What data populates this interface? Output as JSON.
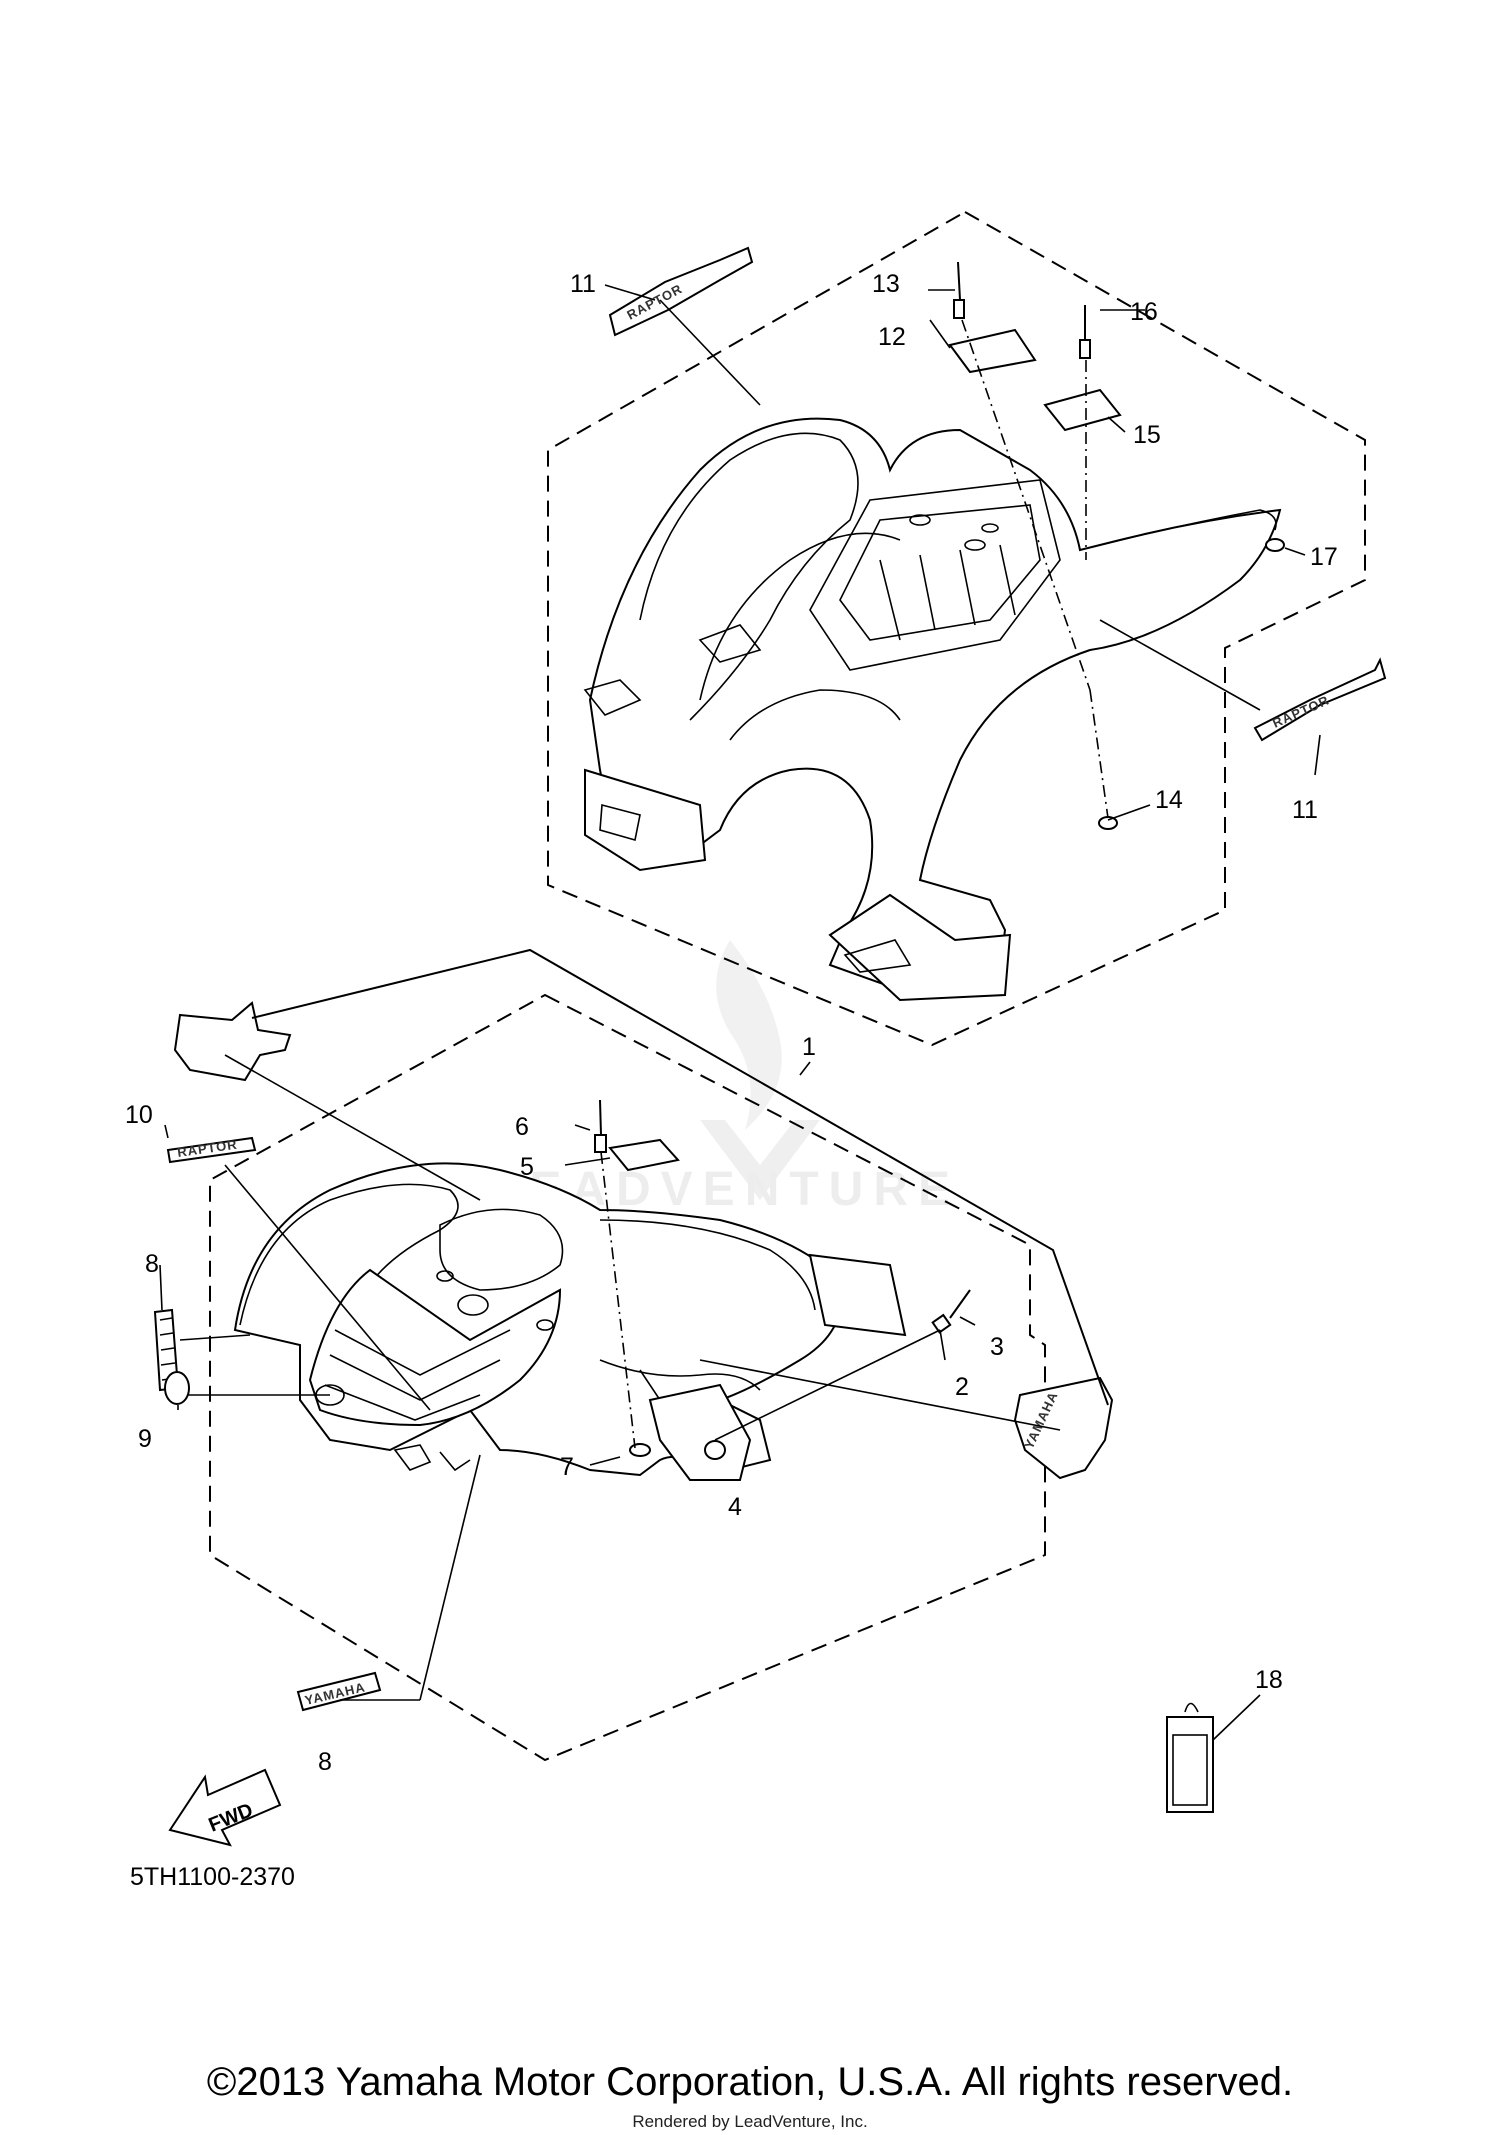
{
  "diagram": {
    "part_code": "5TH1100-2370",
    "direction_label": "FWD",
    "watermark": "LEADVENTURE",
    "copyright": "©2013 Yamaha Motor Corporation, U.S.A. All rights reserved.",
    "rendered_by": "Rendered by LeadVenture, Inc.",
    "callouts": {
      "c1": "1",
      "c2": "2",
      "c3": "3",
      "c4": "4",
      "c5": "5",
      "c6": "6",
      "c7": "7",
      "c8a": "8",
      "c8b": "8",
      "c9": "9",
      "c10": "10",
      "c11a": "11",
      "c11b": "11",
      "c12": "12",
      "c13": "13",
      "c14": "14",
      "c15": "15",
      "c16": "16",
      "c17": "17",
      "c18": "18"
    },
    "decals": {
      "yamaha": "YAMAHA",
      "raptor": "RAPTOR",
      "raptor_small": "RAPTOR"
    }
  }
}
